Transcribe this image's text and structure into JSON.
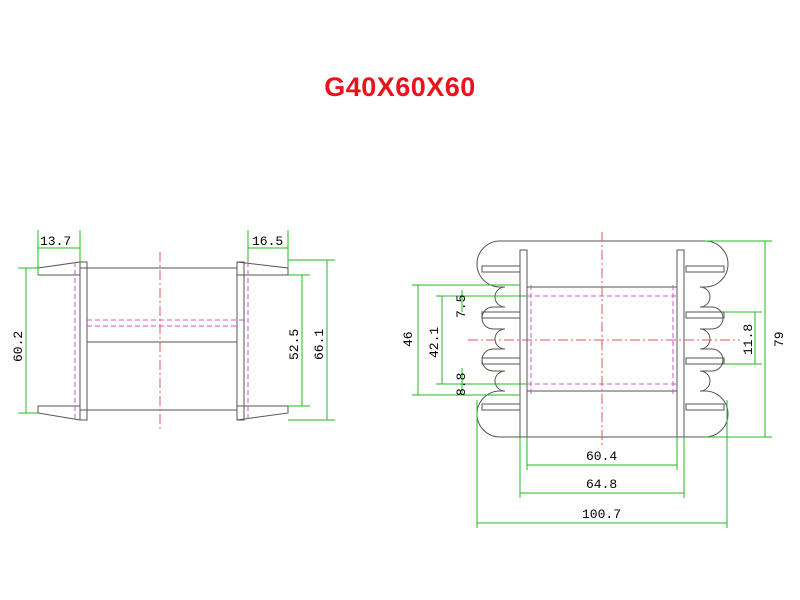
{
  "title": "G40X60X60",
  "colors": {
    "title": "#e8131b",
    "outline": "#555555",
    "dimension": "#22bb22",
    "hidden": "#cc55cc",
    "centerline": "#e05555",
    "text": "#000000"
  },
  "side_view": {
    "dims": {
      "flange_left": "13.7",
      "flange_right": "16.5",
      "outer_height": "60.2",
      "inner_height": "52.5",
      "total_height": "66.1"
    }
  },
  "front_view": {
    "dims": {
      "height_46": "46",
      "height_42": "42.1",
      "slot_7_5": "7.5",
      "slot_8_8": "8.8",
      "slot_11_8": "11.8",
      "height_79": "79",
      "width_60_4": "60.4",
      "width_64_8": "64.8",
      "width_100_7": "100.7"
    }
  }
}
